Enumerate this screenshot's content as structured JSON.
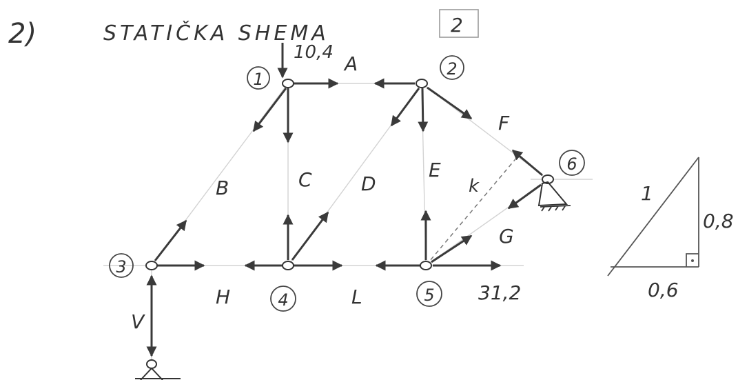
{
  "header": {
    "number": "2)",
    "title": "STATIČKA SHEMA",
    "box_label": "2"
  },
  "loads": {
    "top": "10,4",
    "right": "31,2"
  },
  "members": [
    "A",
    "B",
    "C",
    "D",
    "E",
    "F",
    "G",
    "H",
    "L",
    "V",
    "k"
  ],
  "nodes": [
    "1",
    "2",
    "3",
    "4",
    "5",
    "6"
  ],
  "triangle": {
    "hypotenuse": "1",
    "vertical": "0,8",
    "horizontal": "0,6"
  },
  "colors": {
    "ink": "#333333",
    "member": "#d3d3d3",
    "paper": "#ffffff"
  }
}
